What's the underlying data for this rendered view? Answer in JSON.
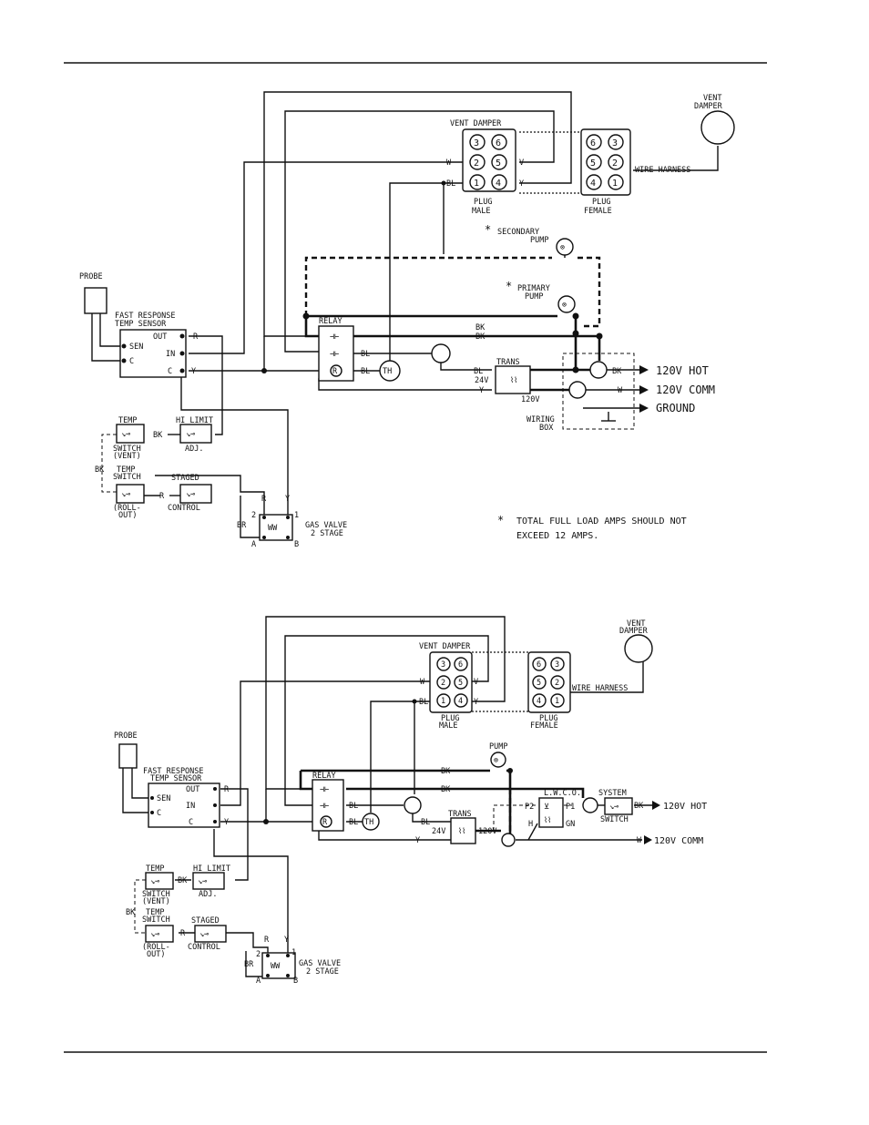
{
  "diagram1": {
    "vent_damper_title": "VENT DAMPER",
    "vent_damper_label": [
      "VENT",
      "DAMPER"
    ],
    "plug_male_label": [
      "PLUG",
      "MALE"
    ],
    "plug_female_label": [
      "PLUG",
      "FEMALE"
    ],
    "wire_harness": "WIRE HARNESS",
    "secondary_pump": [
      "SECONDARY",
      "PUMP"
    ],
    "primary_pump": [
      "PRIMARY",
      "PUMP"
    ],
    "probe": "PROBE",
    "sensor_title": [
      "FAST RESPONSE",
      "TEMP SENSOR"
    ],
    "relay": "RELAY",
    "trans": "TRANS",
    "wiring_box": [
      "WIRING",
      "BOX"
    ],
    "hot": "120V HOT",
    "comm": "120V COMM",
    "ground": "GROUND",
    "note": [
      "TOTAL FULL LOAD AMPS SHOULD NOT",
      "EXCEED 12 AMPS."
    ],
    "asterisk": "*"
  },
  "diagram2": {
    "vent_damper_title": "VENT DAMPER",
    "vent_damper_label": [
      "VENT",
      "DAMPER"
    ],
    "plug_male_label": [
      "PLUG",
      "MALE"
    ],
    "plug_female_label": [
      "PLUG",
      "FEMALE"
    ],
    "wire_harness": "WIRE HARNESS",
    "pump": "PUMP",
    "probe": "PROBE",
    "sensor_title": [
      "FAST RESPONSE",
      "TEMP SENSOR"
    ],
    "relay": "RELAY",
    "trans": "TRANS",
    "lwco": "L.W.C.O.",
    "system_switch": [
      "SYSTEM",
      "SWITCH"
    ],
    "hot": "120V HOT",
    "comm": "120V COMM"
  },
  "labels": {
    "sen": "SEN",
    "c": "C",
    "out": "OUT",
    "in": "IN",
    "r": "R",
    "y": "Y",
    "w": "W",
    "v": "V",
    "bl": "BL",
    "bk": "BK",
    "br": "BR",
    "th": "TH",
    "v24": "24V",
    "v120": "120V",
    "temp_switch_vent": [
      "TEMP",
      "SWITCH",
      "(VENT)"
    ],
    "temp_switch_roll": [
      "TEMP",
      "SWITCH",
      "(ROLL-",
      "OUT)"
    ],
    "hi_limit": [
      "HI LIMIT",
      "ADJ."
    ],
    "staged_control": [
      "STAGED",
      "CONTROL"
    ],
    "gas_valve": [
      "GAS VALVE",
      "2 STAGE"
    ],
    "p2": "P2",
    "p1": "P1",
    "h": "H",
    "gn": "GN",
    "n2": "2",
    "n1": "1",
    "a": "A",
    "b": "B",
    "plug_male_pins": [
      "3",
      "6",
      "2",
      "5",
      "1",
      "4"
    ],
    "plug_female_pins": [
      "6",
      "3",
      "5",
      "2",
      "4",
      "1"
    ]
  }
}
